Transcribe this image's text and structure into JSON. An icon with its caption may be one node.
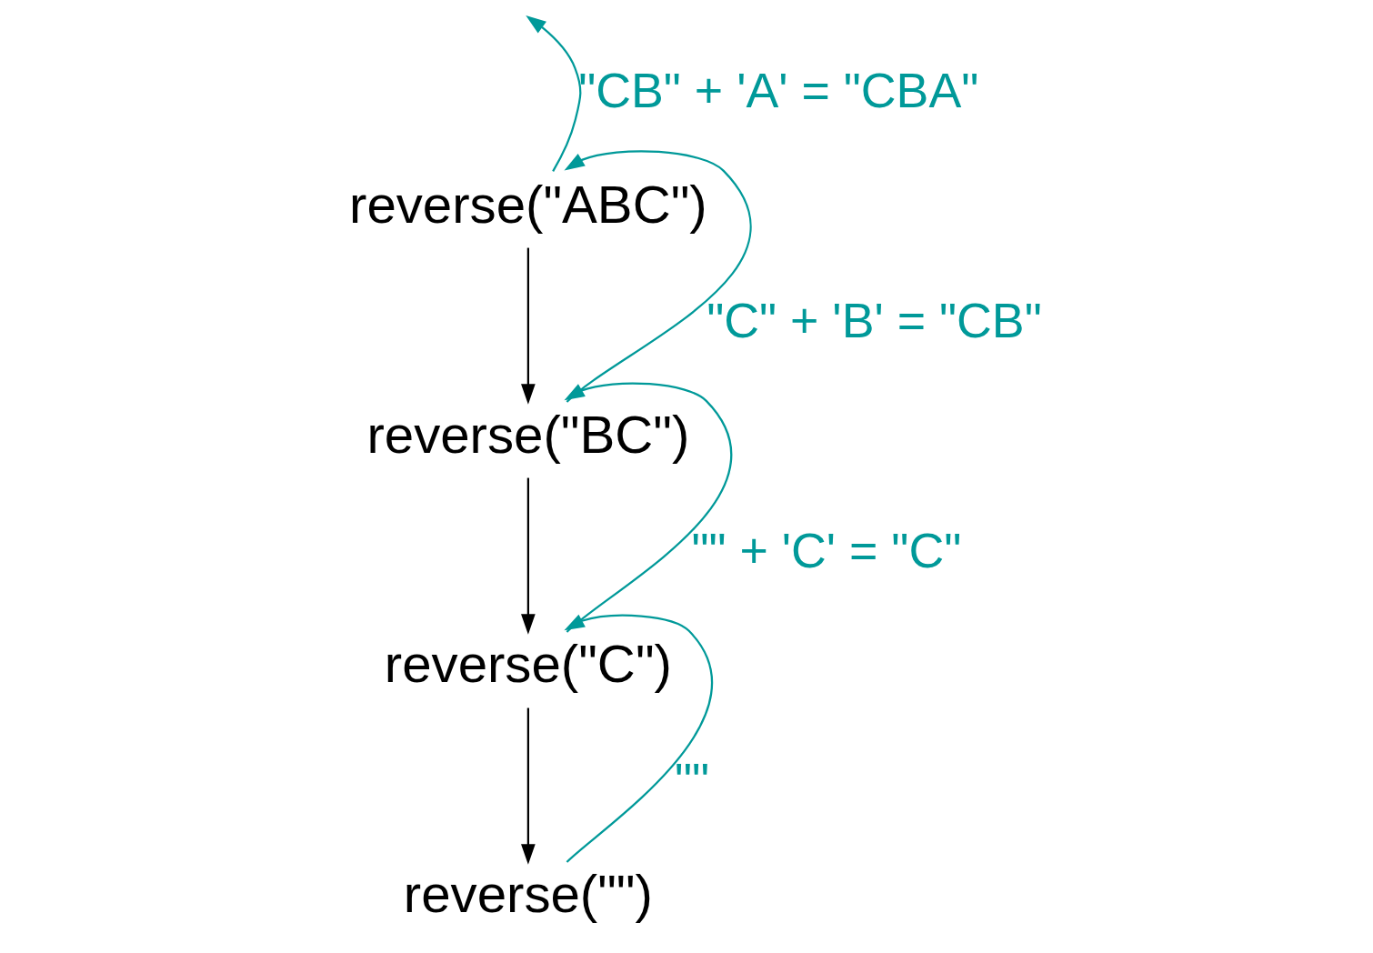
{
  "diagram": {
    "nodes": [
      {
        "text": [
          "reverse(\"ABC\")"
        ]
      },
      {
        "text": [
          "reverse(\"BC\")"
        ]
      },
      {
        "text": [
          "reverse(\"C\")"
        ]
      },
      {
        "text": [
          "reverse(\"\")"
        ]
      }
    ],
    "edges": [
      {
        "from": 0,
        "to": 1,
        "arrow": "to",
        "color": "#000000"
      },
      {
        "from": 1,
        "to": 2,
        "arrow": "to",
        "color": "#000000"
      },
      {
        "from": 2,
        "to": 3,
        "arrow": "to",
        "color": "#000000"
      },
      {
        "from": 3,
        "to": 2,
        "arrow": "to",
        "label": "\"\"",
        "color": "#009999"
      },
      {
        "from": 2,
        "to": 1,
        "arrow": "to",
        "label": "\"\" + 'C' = \"C\"",
        "color": "#009999"
      },
      {
        "from": 1,
        "to": 0,
        "arrow": "to",
        "label": "\"C\" + 'B' = \"CB\"",
        "color": "#009999"
      },
      {
        "from": 0,
        "to": null,
        "arrow": "to",
        "label": "\"CB\" + 'A' = \"CBA\"",
        "color": "#009999"
      }
    ]
  }
}
